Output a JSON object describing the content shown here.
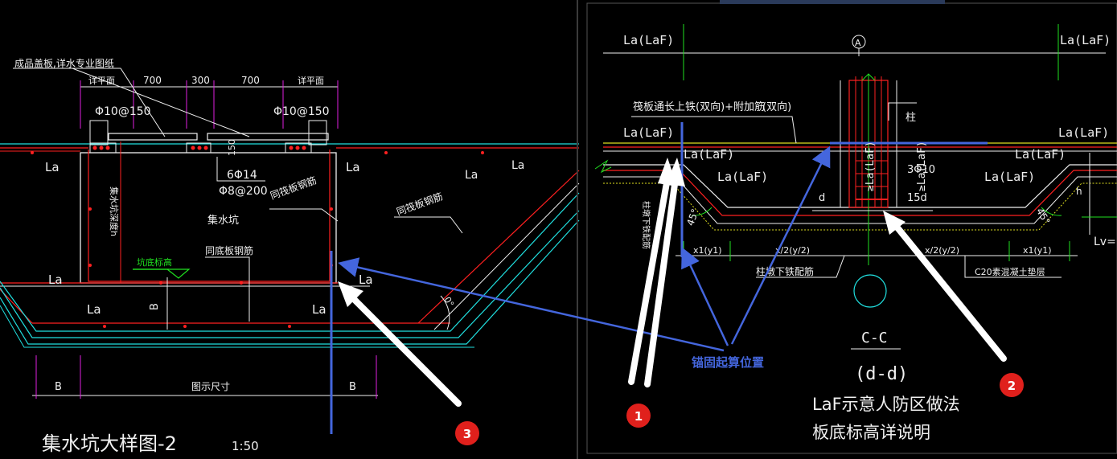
{
  "left_panel": {
    "note_cover": "成品盖板,详水专业图纸",
    "dim_detail_left": "详平面",
    "dim_700_left": "700",
    "dim_300": "300",
    "dim_700_right": "700",
    "dim_detail_right": "详平面",
    "rebar_left": "Φ10@150",
    "rebar_right": "Φ10@150",
    "dim_150": "150",
    "rebar_6phi14": "6Φ14",
    "rebar_phi8": "Φ8@200",
    "label_same_slab_rebar": "同筏板钢筋",
    "label_same_raft_rebar": "同筏板钢筋",
    "label_pit_depth": "集水坑深度h",
    "label_pit": "集水坑",
    "label_same_bottom_rebar": "同底板钢筋",
    "label_pit_bottom_elev": "坑底标高",
    "la_top_left": "La",
    "la_top_right": "La",
    "la_mid_left": "La",
    "la_mid_right": "La",
    "la_low_left": "La",
    "la_low_right": "La",
    "la_slope_1": "La",
    "la_slope_2": "La",
    "dim_b_vertical": "B",
    "dim_b_left": "B",
    "dim_shown_size": "图示尺寸",
    "dim_b_right": "B",
    "title": "集水坑大样图-2",
    "scale": "1:50",
    "angle_mark": "0°"
  },
  "right_panel": {
    "la_top_left": "La(LaF)",
    "axis_a": "A",
    "la_top_right": "La(LaF)",
    "note_raft_top": "筏板通长上铁(双向)+附加筋",
    "note_raft_top_suffix": "(双向)",
    "label_column": "柱",
    "la_left_2": "La(LaF)",
    "la_right_2": "La(LaF)",
    "la_center_1": "La(LaF)",
    "la_right_3": "La(LaF)",
    "la_center_2": "La(LaF)",
    "la_right_4": "La(LaF)",
    "la_vertical_1": "≥La(LaF)",
    "la_vertical_2": "≥La(LaF)",
    "rebar_3phi10": "3Φ10",
    "dim_15d": "15d",
    "dim_d_left": "d",
    "angle_45_left": "45°",
    "angle_45_right": "45°",
    "dim_h": "h",
    "dim_x1y1_left": "x1(y1)",
    "dim_x2y2_left": "x/2(y/2)",
    "dim_x2y2_right": "x/2(y/2)",
    "dim_x1y1_right": "x1(y1)",
    "label_lv": "Lv=",
    "label_column_bottom_rebar": "柱墩下铁配筋",
    "label_c20_concrete": "C20素混凝土垫层",
    "label_vertical_text": "柱墩下铁配筋",
    "section_cc": "C-C",
    "section_dd": "(d-d)",
    "note_laf": "LaF示意人防区做法",
    "note_slab_bottom": "板底标高详说明"
  },
  "annotations": {
    "anchor_start_label": "锚固起算位置",
    "marker_1": "1",
    "marker_2": "2",
    "marker_3": "3"
  },
  "colors": {
    "background": "#000000",
    "cad_red": "#ff2020",
    "cad_cyan": "#20e0e0",
    "cad_white": "#f0f0f0",
    "cad_magenta": "#e020e0",
    "cad_green": "#20e020",
    "cad_yellow": "#e0e020",
    "annotation_blue": "#4466dd",
    "marker_red": "#e0201c"
  }
}
